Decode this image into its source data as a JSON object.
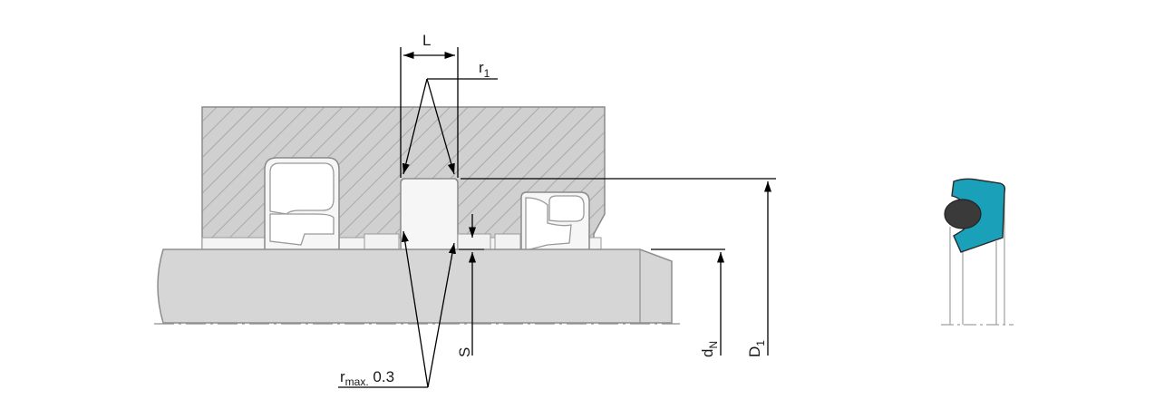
{
  "labels": {
    "L": "L",
    "r1_main": "r",
    "r1_sub": "1",
    "rmax_main": "r",
    "rmax_sub": "max.",
    "rmax_value": " 0.3",
    "S": "S",
    "dN_main": "d",
    "dN_sub": "N",
    "D1_main": "D",
    "D1_sub": "1"
  },
  "colors": {
    "housing_fill": "#cfcfcf",
    "hatch": "#a8a8a8",
    "outline": "#8a8a8a",
    "rod_fill": "#d6d6d6",
    "dim_line": "#000000",
    "seal_profile": "#1aa0b8",
    "oring": "#3a3a3a"
  }
}
